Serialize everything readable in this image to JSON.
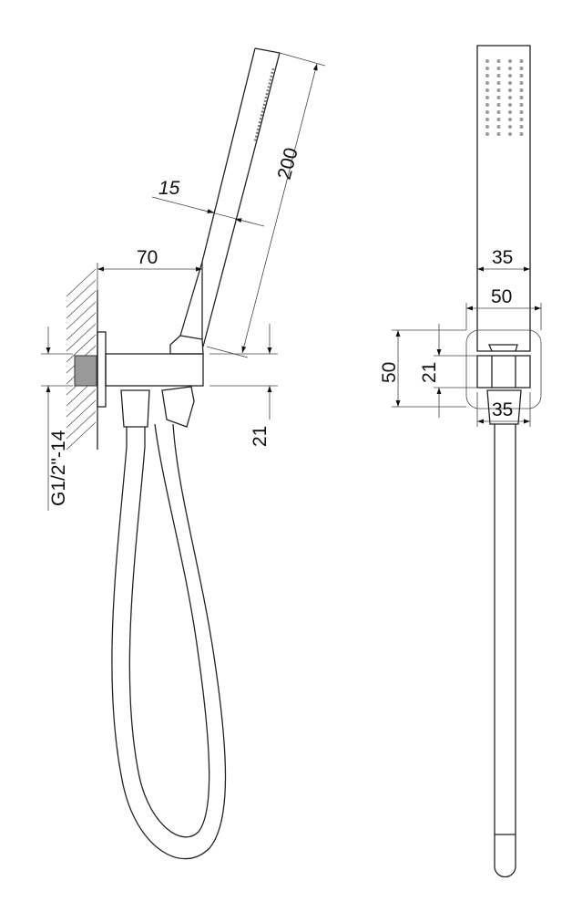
{
  "title": "Hand shower with wall outlet bracket - dimension drawing",
  "side_view": {
    "dims": {
      "handshower_length": "200",
      "handshower_thickness": "15",
      "projection": "70",
      "outlet_height": "21",
      "thread": "G1/2\"-14"
    }
  },
  "front_view": {
    "dims": {
      "handshower_width": "35",
      "bracket_width": "50",
      "bracket_height": "50",
      "outlet_height": "21",
      "coupling_width": "35"
    }
  },
  "colors": {
    "line": "#222222",
    "background": "#ffffff"
  }
}
